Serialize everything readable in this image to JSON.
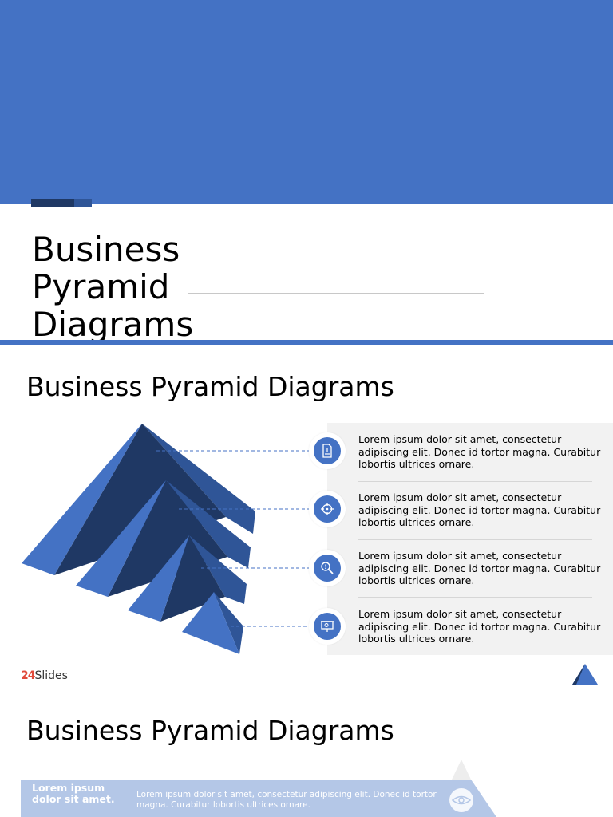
{
  "slide1": {
    "title_lines": [
      "Business",
      "Pyramid",
      "Diagrams"
    ],
    "colors": {
      "band": "#4472c4",
      "accent_dark": "#1f3864",
      "accent_light": "#2f5597"
    }
  },
  "slide2": {
    "title": "Business Pyramid Diagrams",
    "items": [
      {
        "icon": "document-icon",
        "text": "Lorem ipsum dolor sit amet, consectetur adipiscing elit. Donec id tortor magna. Curabitur lobortis ultrices ornare."
      },
      {
        "icon": "crosshair-icon",
        "text": "Lorem ipsum dolor sit amet, consectetur adipiscing elit. Donec id tortor magna. Curabitur lobortis ultrices ornare."
      },
      {
        "icon": "magnifier-icon",
        "text": "Lorem ipsum dolor sit amet, consectetur adipiscing elit. Donec id tortor magna. Curabitur lobortis ultrices ornare."
      },
      {
        "icon": "presentation-board-icon",
        "text": "Lorem ipsum dolor sit amet, consectetur adipiscing elit. Donec id tortor magna. Curabitur lobortis ultrices ornare."
      }
    ],
    "logo": {
      "number": "24",
      "word": "Slides"
    },
    "colors": {
      "primary": "#4472c4",
      "shadow": "#1f3864",
      "side": "#2f5597",
      "panel": "#f2f2f2"
    }
  },
  "slide3": {
    "title": "Business Pyramid Diagrams",
    "bar_heading": "Lorem ipsum dolor sit amet.",
    "bar_text": "Lorem ipsum dolor sit amet, consectetur adipiscing elit. Donec id tortor magna. Curabitur lobortis ultrices ornare.",
    "icon": "eye-icon",
    "colors": {
      "bar": "#b4c7e7"
    }
  }
}
